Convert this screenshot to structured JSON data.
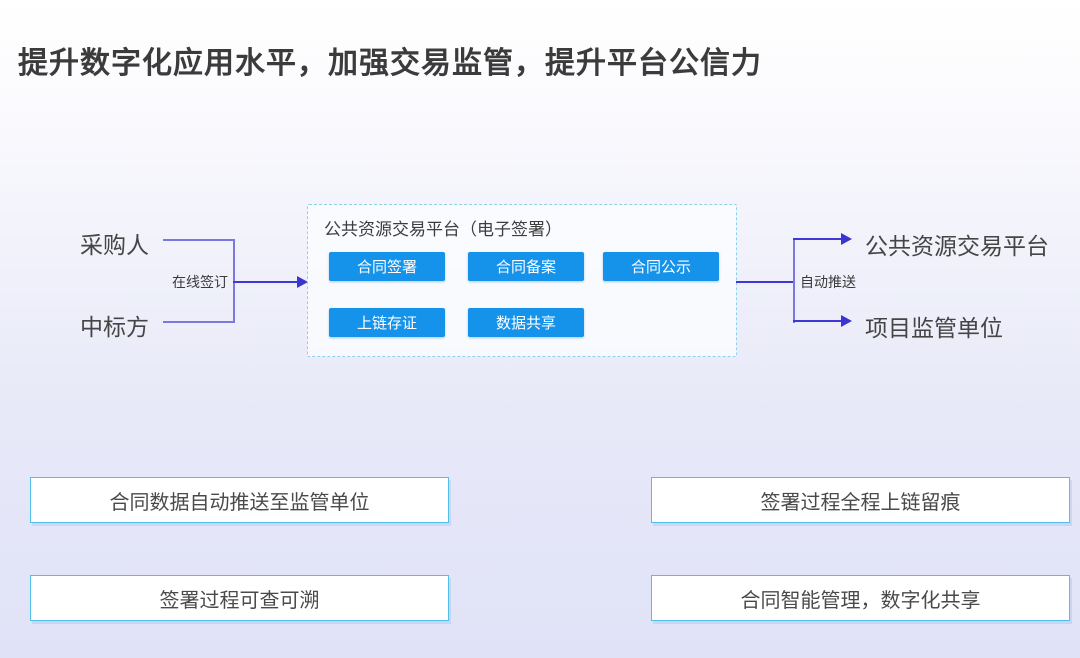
{
  "page": {
    "title": "提升数字化应用水平，加强交易监管，提升平台公信力"
  },
  "flow": {
    "left_nodes": [
      {
        "label": "采购人"
      },
      {
        "label": "中标方"
      }
    ],
    "left_edge_label": "在线签订",
    "platform": {
      "title": "公共资源交易平台（电子签署）",
      "buttons": [
        "合同签署",
        "合同备案",
        "合同公示",
        "上链存证",
        "数据共享"
      ]
    },
    "right_edge_label": "自动推送",
    "right_nodes": [
      {
        "label": "公共资源交易平台"
      },
      {
        "label": "项目监管单位"
      }
    ]
  },
  "features": [
    {
      "label": "合同数据自动推送至监管单位"
    },
    {
      "label": "签署过程全程上链留痕"
    },
    {
      "label": "签署过程可查可溯"
    },
    {
      "label": "合同智能管理，数字化共享"
    }
  ],
  "colors": {
    "accent_blue": "#1593eb",
    "feature_border": "#4fc1e9",
    "platform_border": "#8cd0f0",
    "connector_purple": "#7b78e2",
    "arrow_indigo": "#4038d6"
  }
}
